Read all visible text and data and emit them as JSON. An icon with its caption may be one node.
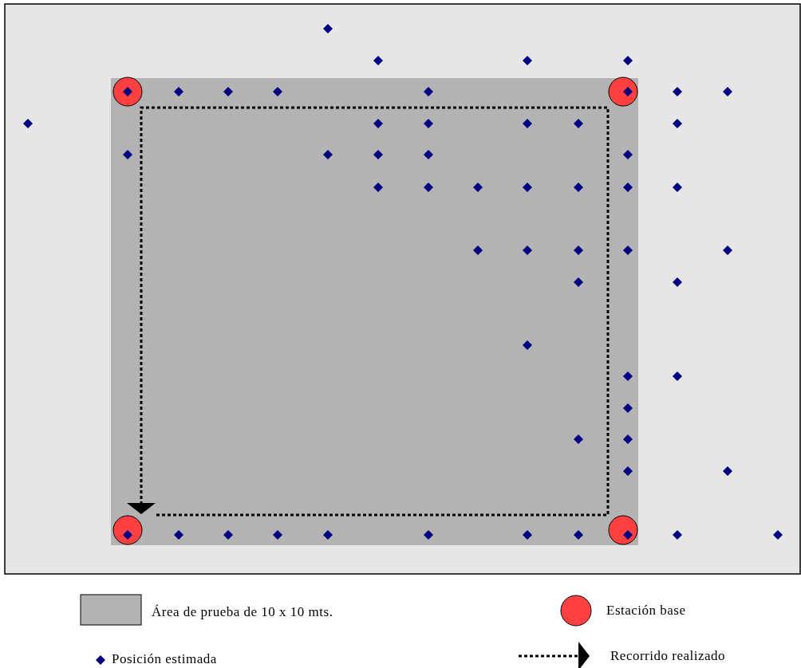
{
  "diagram": {
    "legend": [
      {
        "text": "Área de prueba de 10 x 10 mts.",
        "color": "#b3b3b3"
      },
      {
        "text": "Estación base",
        "color": "#ff4040"
      },
      {
        "text": "Posición estimada"
      },
      {
        "text": "Recorrido realizado"
      }
    ]
  }
}
